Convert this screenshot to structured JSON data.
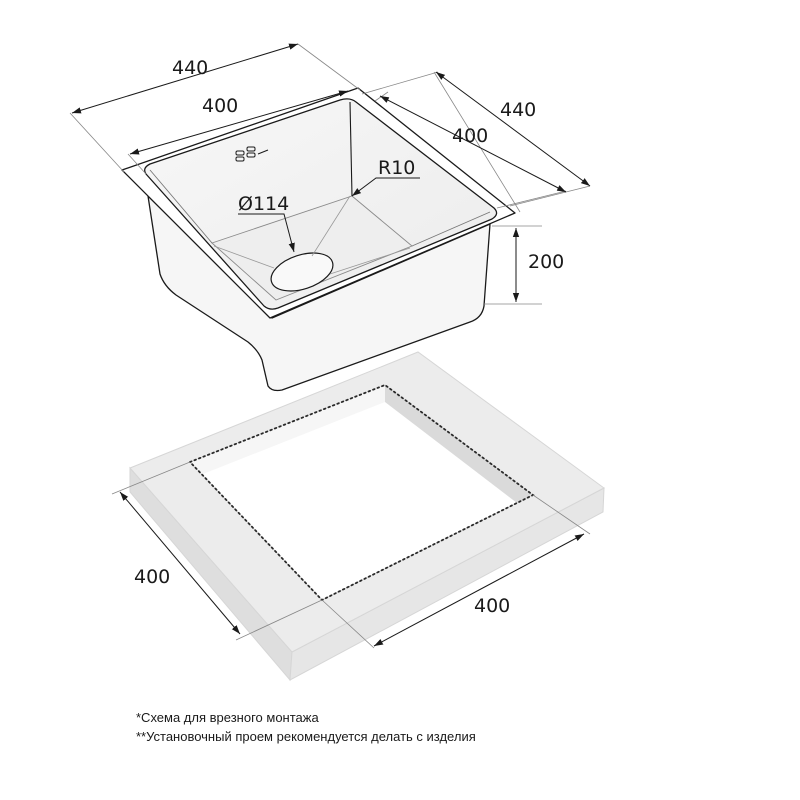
{
  "dimensions": {
    "sink_top_width": "440",
    "sink_inner_width": "400",
    "sink_top_depth": "440",
    "sink_inner_depth": "400",
    "corner_radius": "R10",
    "drain_diameter": "Ø114",
    "bowl_depth": "200",
    "cutout_depth": "400",
    "cutout_width": "400"
  },
  "notes": {
    "line1": "*Схема для врезного монтажа",
    "line2": "**Установочный проем рекомендуется делать с изделия"
  }
}
